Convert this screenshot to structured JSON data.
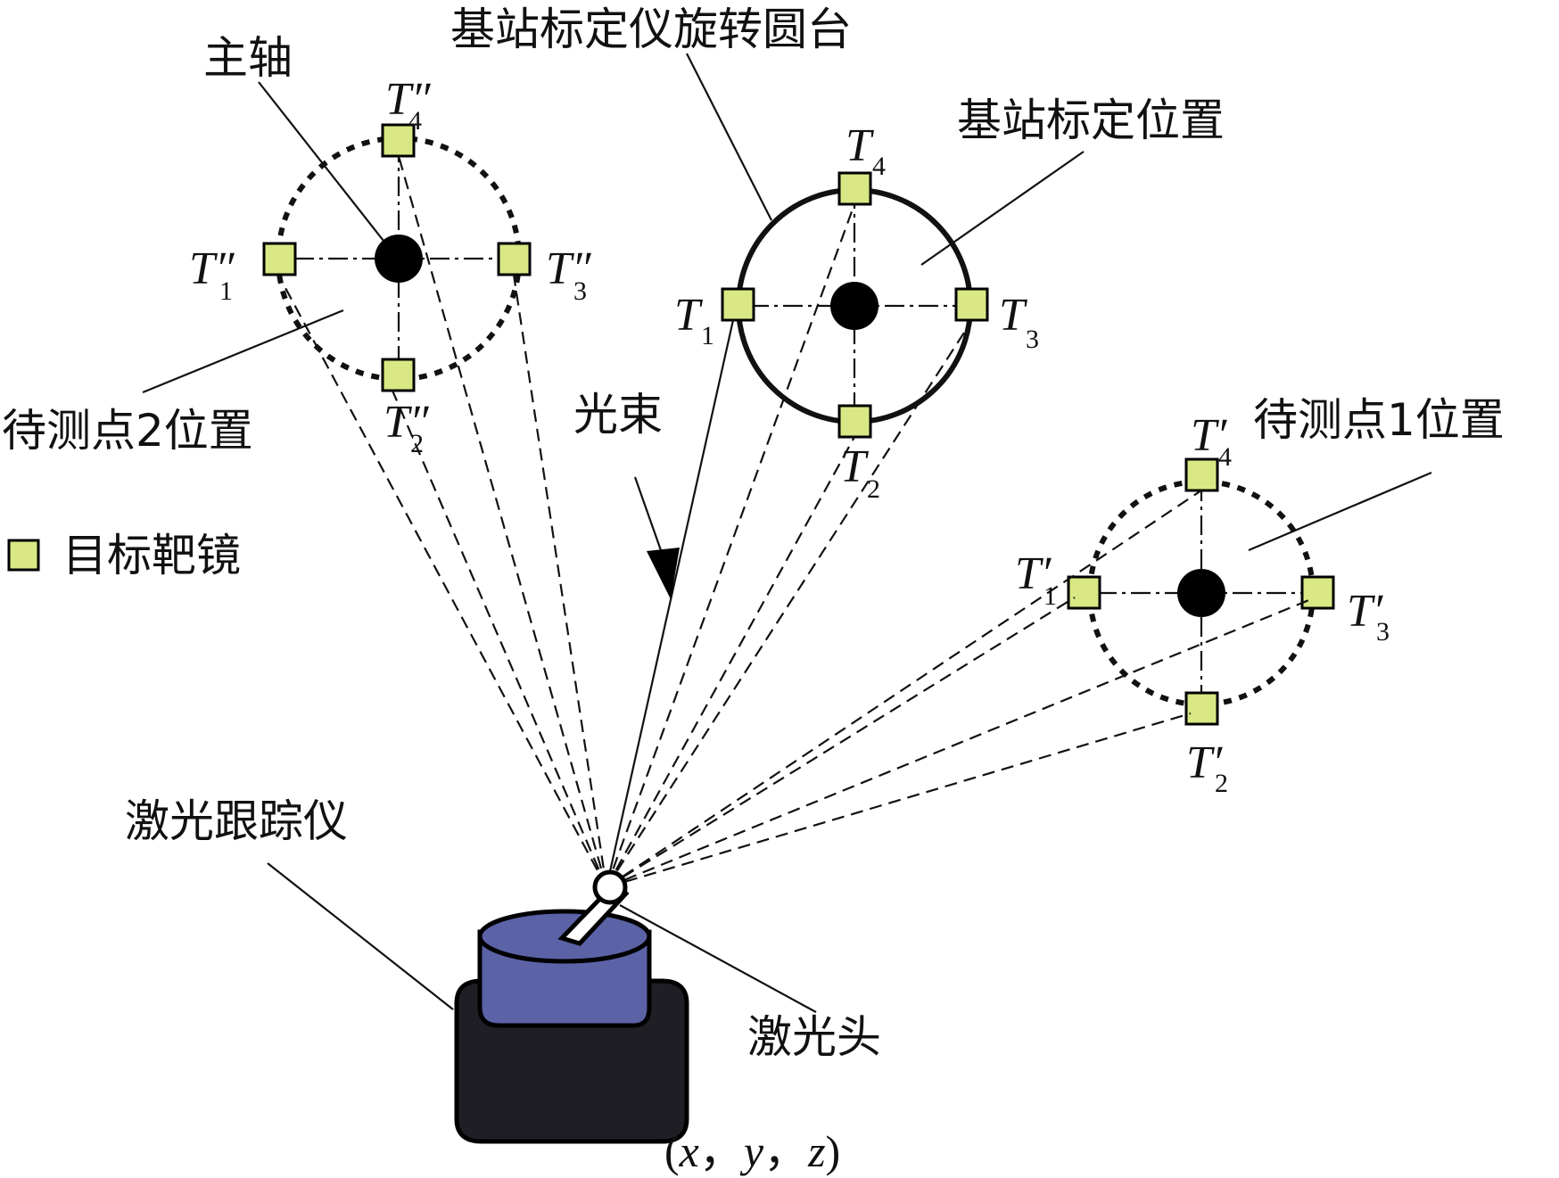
{
  "labels": {
    "main_axis": "主轴",
    "base_rotary": "基站标定仪旋转圆台",
    "base_position": "基站标定位置",
    "point2_position": "待测点2位置",
    "point1_position": "待测点1位置",
    "beam": "光束",
    "legend_target": "目标靶镜",
    "tracker": "激光跟踪仪",
    "laser_head": "激光头",
    "coord_open": "(",
    "coord_x": "x",
    "coord_sep1": "，",
    "coord_y": "y",
    "coord_sep2": "，",
    "coord_z": "z",
    "coord_close": ")"
  },
  "targets": {
    "letter": "T",
    "prime": "′",
    "double_prime": "″",
    "sub1": "1",
    "sub2": "2",
    "sub3": "3",
    "sub4": "4"
  },
  "colors": {
    "target_fill": "#d9e884",
    "tracker_top": "#5b62a6",
    "tracker_base": "#1e1e24",
    "line": "#111111"
  }
}
